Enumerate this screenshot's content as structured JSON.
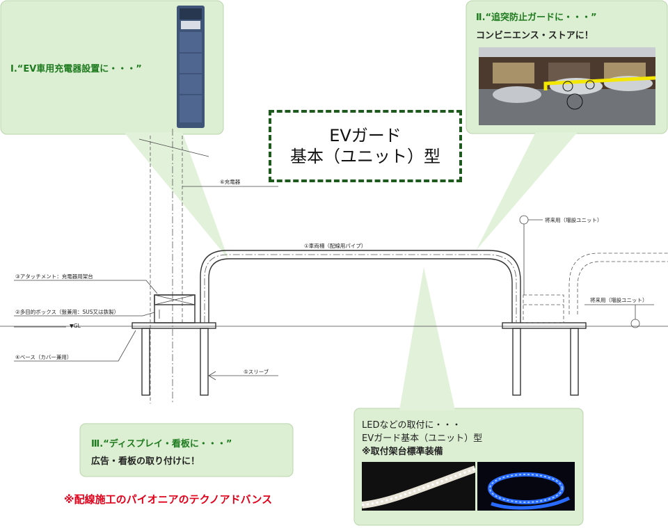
{
  "title": {
    "line1": "EVガード",
    "line2": "基本（ユニット）型"
  },
  "callout_1": {
    "title": "Ⅰ.“EV車用充電器設置に・・・”"
  },
  "callout_2": {
    "title": "Ⅱ.“追突防止ガードに・・・”",
    "text": "コンビニエンス・ストアに！"
  },
  "callout_3": {
    "title": "Ⅲ.“ディスプレイ・看板に・・・”",
    "text": "広告・看板の取り付けに！"
  },
  "callout_4": {
    "line1": "LEDなどの取付に・・・",
    "line2": "EVガード基本（ユニット）型",
    "line3": "※取付架台標準装備"
  },
  "labels": {
    "charger": "⑥充電器",
    "pipe": "①車両柵（配線用パイプ）",
    "attachment": "③アタッチメント：充電器用架台",
    "box": "②多目的ボックス（盤兼用：SUS又は鉄製）",
    "gl": "▼GL",
    "base": "④ベース（カバー兼用）",
    "sleeve": "⑤スリーブ",
    "future_1": "将来用（増設ユニット）",
    "future_2": "将来用（増設ユニット）"
  },
  "footer": {
    "note": "※配線施工のパイオニアのテクノアドバンス"
  },
  "colors": {
    "callout_bg": "#dcefd3",
    "green_text": "#1e7a1e",
    "red_text": "#e0001a",
    "title_border": "#1e5a1e"
  }
}
